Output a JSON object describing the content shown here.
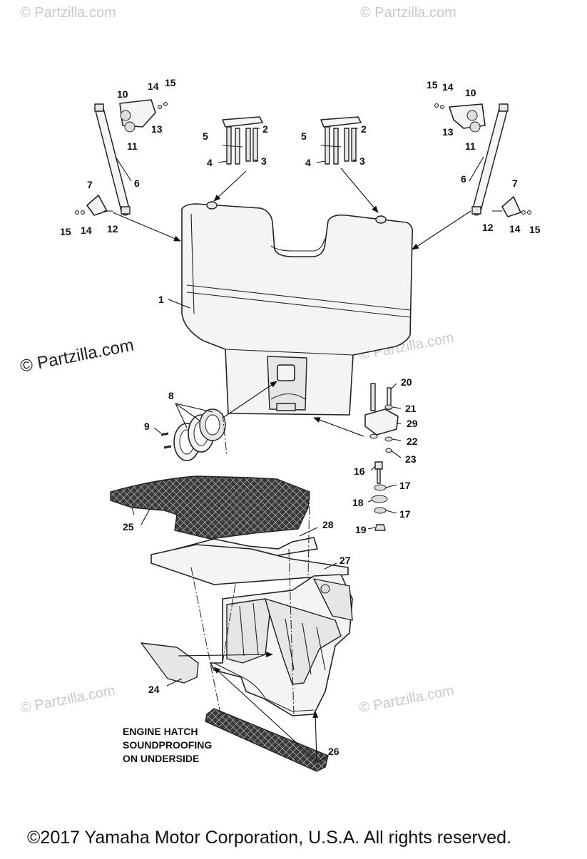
{
  "watermarks": {
    "top_left": "© Partzilla.com",
    "top_right": "© Partzilla.com",
    "left_main": "© Partzilla.com",
    "right_mid": "© Partzilla.com",
    "left_lower": "© Partzilla.com",
    "right_lower": "© Partzilla.com"
  },
  "callouts": {
    "c1": "1",
    "c2a": "2",
    "c2b": "2",
    "c3a": "3",
    "c3b": "3",
    "c4a": "4",
    "c4b": "4",
    "c5a": "5",
    "c5b": "5",
    "c6a": "6",
    "c6b": "6",
    "c7a": "7",
    "c7b": "7",
    "c8": "8",
    "c9": "9",
    "c10a": "10",
    "c10b": "10",
    "c11a": "11",
    "c11b": "11",
    "c12a": "12",
    "c12b": "12",
    "c13a": "13",
    "c13b": "13",
    "c14a": "14",
    "c14b": "14",
    "c14c": "14",
    "c14d": "14",
    "c15a": "15",
    "c15b": "15",
    "c15c": "15",
    "c15d": "15",
    "c16": "16",
    "c17a": "17",
    "c17b": "17",
    "c18": "18",
    "c19": "19",
    "c20": "20",
    "c21": "21",
    "c22": "22",
    "c23": "23",
    "c24": "24",
    "c25": "25",
    "c26": "26",
    "c27": "27",
    "c28": "28",
    "c29": "29"
  },
  "note": {
    "line1": "ENGINE HATCH",
    "line2": "SOUNDPROOFING",
    "line3": "ON UNDERSIDE"
  },
  "copyright": "©2017  Yamaha Motor Corporation, U.S.A. All rights reserved."
}
